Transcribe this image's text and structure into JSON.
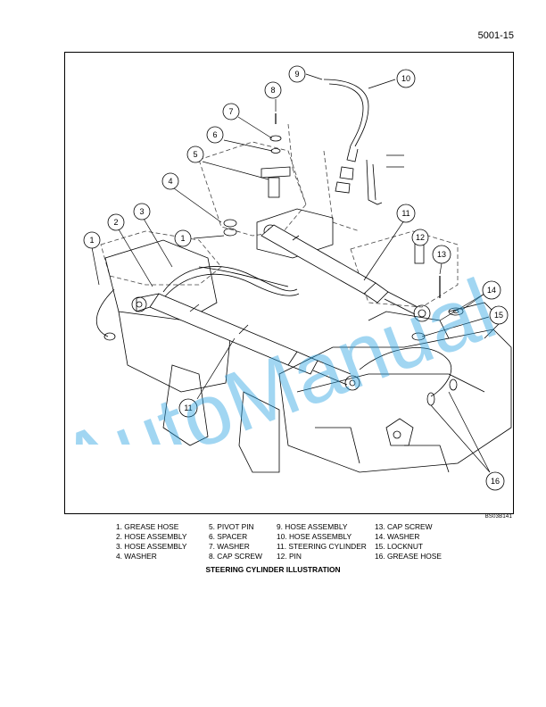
{
  "page_number": "5001-15",
  "figure_code": "BS03B141",
  "caption": "STEERING CYLINDER ILLUSTRATION",
  "watermark": "AutoManual",
  "legend": {
    "col1": [
      "1.  GREASE HOSE",
      "2.  HOSE ASSEMBLY",
      "3.  HOSE ASSEMBLY",
      "4.  WASHER"
    ],
    "col2": [
      "5.  PIVOT PIN",
      "6.  SPACER",
      "7.  WASHER",
      "8.  CAP SCREW"
    ],
    "col3": [
      "9.  HOSE ASSEMBLY",
      "10.  HOSE ASSEMBLY",
      "11.  STEERING CYLINDER",
      "12.  PIN"
    ],
    "col4": [
      "13.  CAP SCREW",
      "14.  WASHER",
      "15.  LOCKNUT",
      "16.  GREASE HOSE"
    ]
  },
  "callouts": [
    "1",
    "2",
    "3",
    "4",
    "5",
    "6",
    "7",
    "8",
    "9",
    "10",
    "11",
    "1",
    "11",
    "12",
    "13",
    "14",
    "15",
    "16"
  ]
}
